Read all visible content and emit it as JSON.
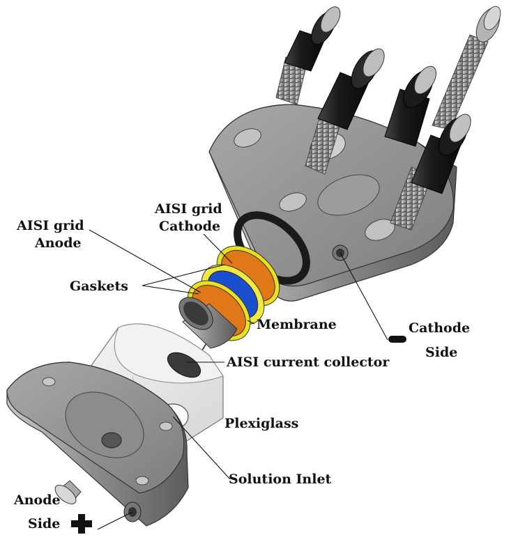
{
  "labels": {
    "aisi_grid_cathode_1": "AISI grid",
    "aisi_grid_cathode_2": "Cathode",
    "aisi_grid_anode_1": "AISI grid",
    "aisi_grid_anode_2": "Anode",
    "gaskets": "Gaskets",
    "membrane": "Membrane",
    "cathode_side_1": "Cathode",
    "cathode_side_2": "Side",
    "current_collector": "AISI current collector",
    "plexiglass": "Plexiglass",
    "solution_inlet": "Solution Inlet",
    "anode_side_1": "Anode",
    "anode_side_2": "Side"
  },
  "colors": {
    "steel": "#9a9a9a",
    "bolt_dark": "#1c1c1c",
    "grid_orange": "#e07818",
    "gasket_yellow": "#e8e020",
    "membrane_blue": "#1a4fd0",
    "plexiglass": "#e8e8e8"
  },
  "icons": {
    "cathode_sign": "minus-sign-icon",
    "anode_sign": "plus-sign-icon"
  }
}
